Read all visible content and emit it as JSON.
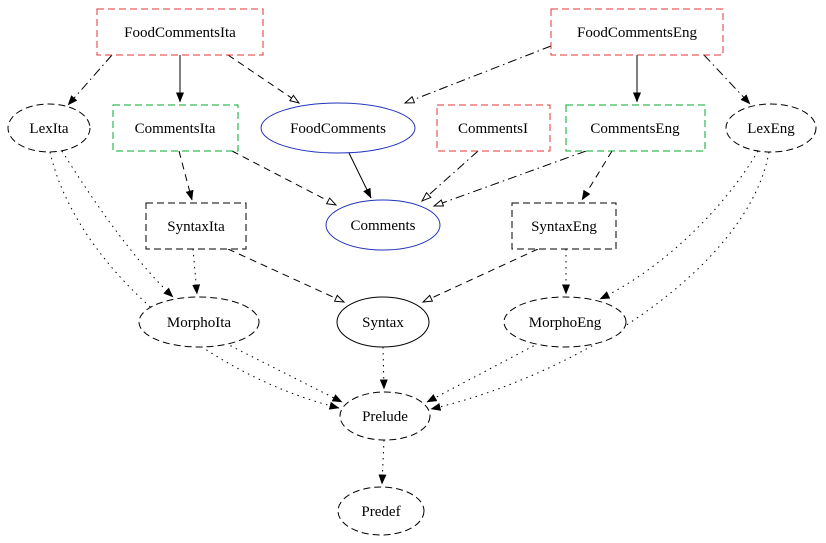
{
  "colors": {
    "red": "#e53333",
    "green": "#00ab2e",
    "blue": "#2233bb",
    "black": "#000000"
  },
  "nodes": {
    "FoodCommentsIta": {
      "label": "FoodCommentsIta",
      "shape": "box",
      "border": "red",
      "line": "dashed"
    },
    "FoodCommentsEng": {
      "label": "FoodCommentsEng",
      "shape": "box",
      "border": "red",
      "line": "dashed"
    },
    "LexIta": {
      "label": "LexIta",
      "shape": "ellipse",
      "border": "black",
      "line": "dashed"
    },
    "CommentsIta": {
      "label": "CommentsIta",
      "shape": "box",
      "border": "green",
      "line": "dashed"
    },
    "FoodComments": {
      "label": "FoodComments",
      "shape": "ellipse",
      "border": "blue",
      "line": "solid"
    },
    "CommentsI": {
      "label": "CommentsI",
      "shape": "box",
      "border": "red",
      "line": "dashed"
    },
    "CommentsEng": {
      "label": "CommentsEng",
      "shape": "box",
      "border": "green",
      "line": "dashed"
    },
    "LexEng": {
      "label": "LexEng",
      "shape": "ellipse",
      "border": "black",
      "line": "dashed"
    },
    "SyntaxIta": {
      "label": "SyntaxIta",
      "shape": "box",
      "border": "black",
      "line": "dashed"
    },
    "Comments": {
      "label": "Comments",
      "shape": "ellipse",
      "border": "blue",
      "line": "solid"
    },
    "SyntaxEng": {
      "label": "SyntaxEng",
      "shape": "box",
      "border": "black",
      "line": "dashed"
    },
    "MorphoIta": {
      "label": "MorphoIta",
      "shape": "ellipse",
      "border": "black",
      "line": "dashed"
    },
    "Syntax": {
      "label": "Syntax",
      "shape": "ellipse",
      "border": "black",
      "line": "solid"
    },
    "MorphoEng": {
      "label": "MorphoEng",
      "shape": "ellipse",
      "border": "black",
      "line": "dashed"
    },
    "Prelude": {
      "label": "Prelude",
      "shape": "ellipse",
      "border": "black",
      "line": "dashed"
    },
    "Predef": {
      "label": "Predef",
      "shape": "ellipse",
      "border": "black",
      "line": "dashed"
    }
  },
  "edges": [
    {
      "from": "FoodCommentsIta",
      "to": "LexIta",
      "line": "dashdot",
      "arrow": "filled"
    },
    {
      "from": "FoodCommentsIta",
      "to": "CommentsIta",
      "line": "solid",
      "arrow": "filled"
    },
    {
      "from": "FoodCommentsIta",
      "to": "FoodComments",
      "line": "dashed",
      "arrow": "open"
    },
    {
      "from": "FoodCommentsEng",
      "to": "FoodComments",
      "line": "dashdot",
      "arrow": "open"
    },
    {
      "from": "FoodCommentsEng",
      "to": "CommentsEng",
      "line": "solid",
      "arrow": "filled"
    },
    {
      "from": "FoodCommentsEng",
      "to": "LexEng",
      "line": "dashdot",
      "arrow": "filled"
    },
    {
      "from": "CommentsIta",
      "to": "SyntaxIta",
      "line": "dashed",
      "arrow": "filled"
    },
    {
      "from": "CommentsIta",
      "to": "Comments",
      "line": "dashed",
      "arrow": "open"
    },
    {
      "from": "FoodComments",
      "to": "Comments",
      "line": "solid",
      "arrow": "filled"
    },
    {
      "from": "CommentsI",
      "to": "Comments",
      "line": "dashdot",
      "arrow": "open"
    },
    {
      "from": "CommentsEng",
      "to": "Comments",
      "line": "dashdot",
      "arrow": "open"
    },
    {
      "from": "CommentsEng",
      "to": "SyntaxEng",
      "line": "dashed",
      "arrow": "filled"
    },
    {
      "from": "SyntaxIta",
      "to": "MorphoIta",
      "line": "dotted",
      "arrow": "filled"
    },
    {
      "from": "SyntaxIta",
      "to": "Syntax",
      "line": "dashed",
      "arrow": "open"
    },
    {
      "from": "SyntaxEng",
      "to": "Syntax",
      "line": "dashed",
      "arrow": "open"
    },
    {
      "from": "SyntaxEng",
      "to": "MorphoEng",
      "line": "dotted",
      "arrow": "filled"
    },
    {
      "from": "LexIta",
      "to": "MorphoIta",
      "line": "dotted",
      "arrow": "filled"
    },
    {
      "from": "LexIta",
      "to": "Prelude",
      "line": "dotted",
      "arrow": "filled"
    },
    {
      "from": "LexEng",
      "to": "MorphoEng",
      "line": "dotted",
      "arrow": "filled"
    },
    {
      "from": "LexEng",
      "to": "Prelude",
      "line": "dotted",
      "arrow": "filled"
    },
    {
      "from": "MorphoIta",
      "to": "Prelude",
      "line": "dotted",
      "arrow": "filled"
    },
    {
      "from": "Syntax",
      "to": "Prelude",
      "line": "dotted",
      "arrow": "filled"
    },
    {
      "from": "MorphoEng",
      "to": "Prelude",
      "line": "dotted",
      "arrow": "filled"
    },
    {
      "from": "Prelude",
      "to": "Predef",
      "line": "dotted",
      "arrow": "filled"
    }
  ]
}
